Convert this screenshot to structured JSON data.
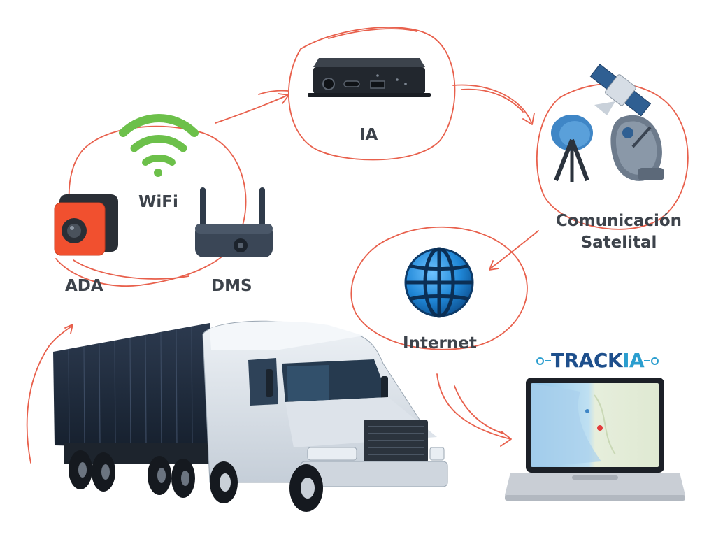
{
  "nodes": {
    "ada": "ADA",
    "wifi": "WiFi",
    "dms": "DMS",
    "ia": "IA",
    "satellite": "Comunicación Satelital",
    "internet": "Internet"
  },
  "brand": {
    "main": "TRACK",
    "accent": "IA"
  },
  "icons": [
    "truck-icon",
    "ada-camera-icon",
    "wifi-icon",
    "dms-camera-icon",
    "ia-device-icon",
    "satellite-icon",
    "satellite-dish-icon",
    "globe-icon",
    "laptop-icon",
    "map-pin-icon"
  ],
  "colors": {
    "flow_line": "#e8604c",
    "wifi_green": "#6cc04a",
    "ada_orange": "#f1502f",
    "globe_blue": "#1f86d6",
    "brand_blue": "#1e4f8c",
    "brand_light": "#2b9ecf",
    "label_text": "#3d434b"
  }
}
